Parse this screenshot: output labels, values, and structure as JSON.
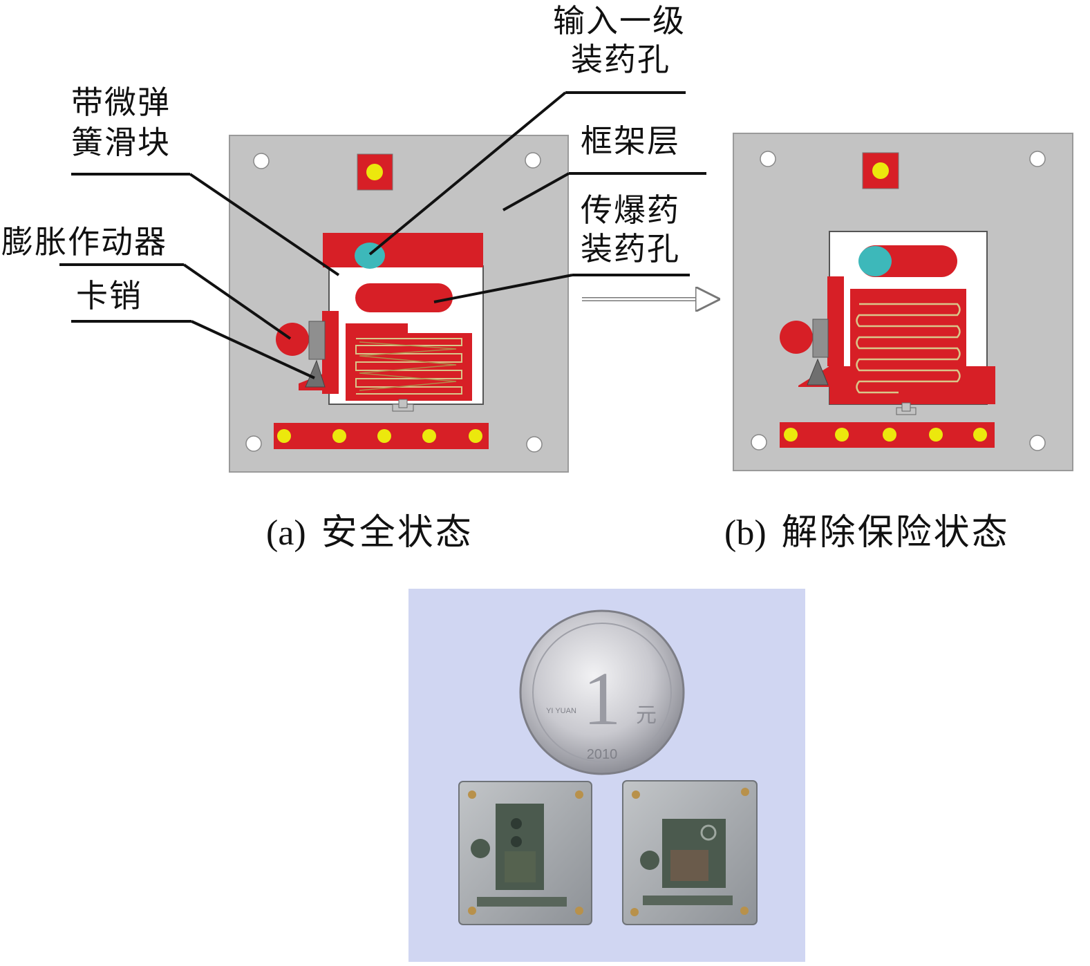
{
  "labels": {
    "input_hole_line1": "输入一级",
    "input_hole_line2": "装药孔",
    "slider_line1": "带微弹",
    "slider_line2": "簧滑块",
    "frame_layer": "框架层",
    "booster_line1": "传爆药",
    "booster_line2": "装药孔",
    "actuator": "膨胀作动器",
    "latch_pin": "卡销"
  },
  "captions": {
    "a_letter": "(a)",
    "a_text": "安全状态",
    "b_letter": "(b)",
    "b_text": "解除保险状态"
  },
  "photo": {
    "coin_denomination": "1",
    "coin_unit": "元",
    "coin_year": "2010",
    "coin_text_latin": "YI YUAN"
  },
  "colors": {
    "frame_gray": "#c3c3c3",
    "red": "#d71f26",
    "yellow": "#ece80d",
    "cyan": "#3db8ba",
    "photo_bg": "#c9cff0"
  }
}
